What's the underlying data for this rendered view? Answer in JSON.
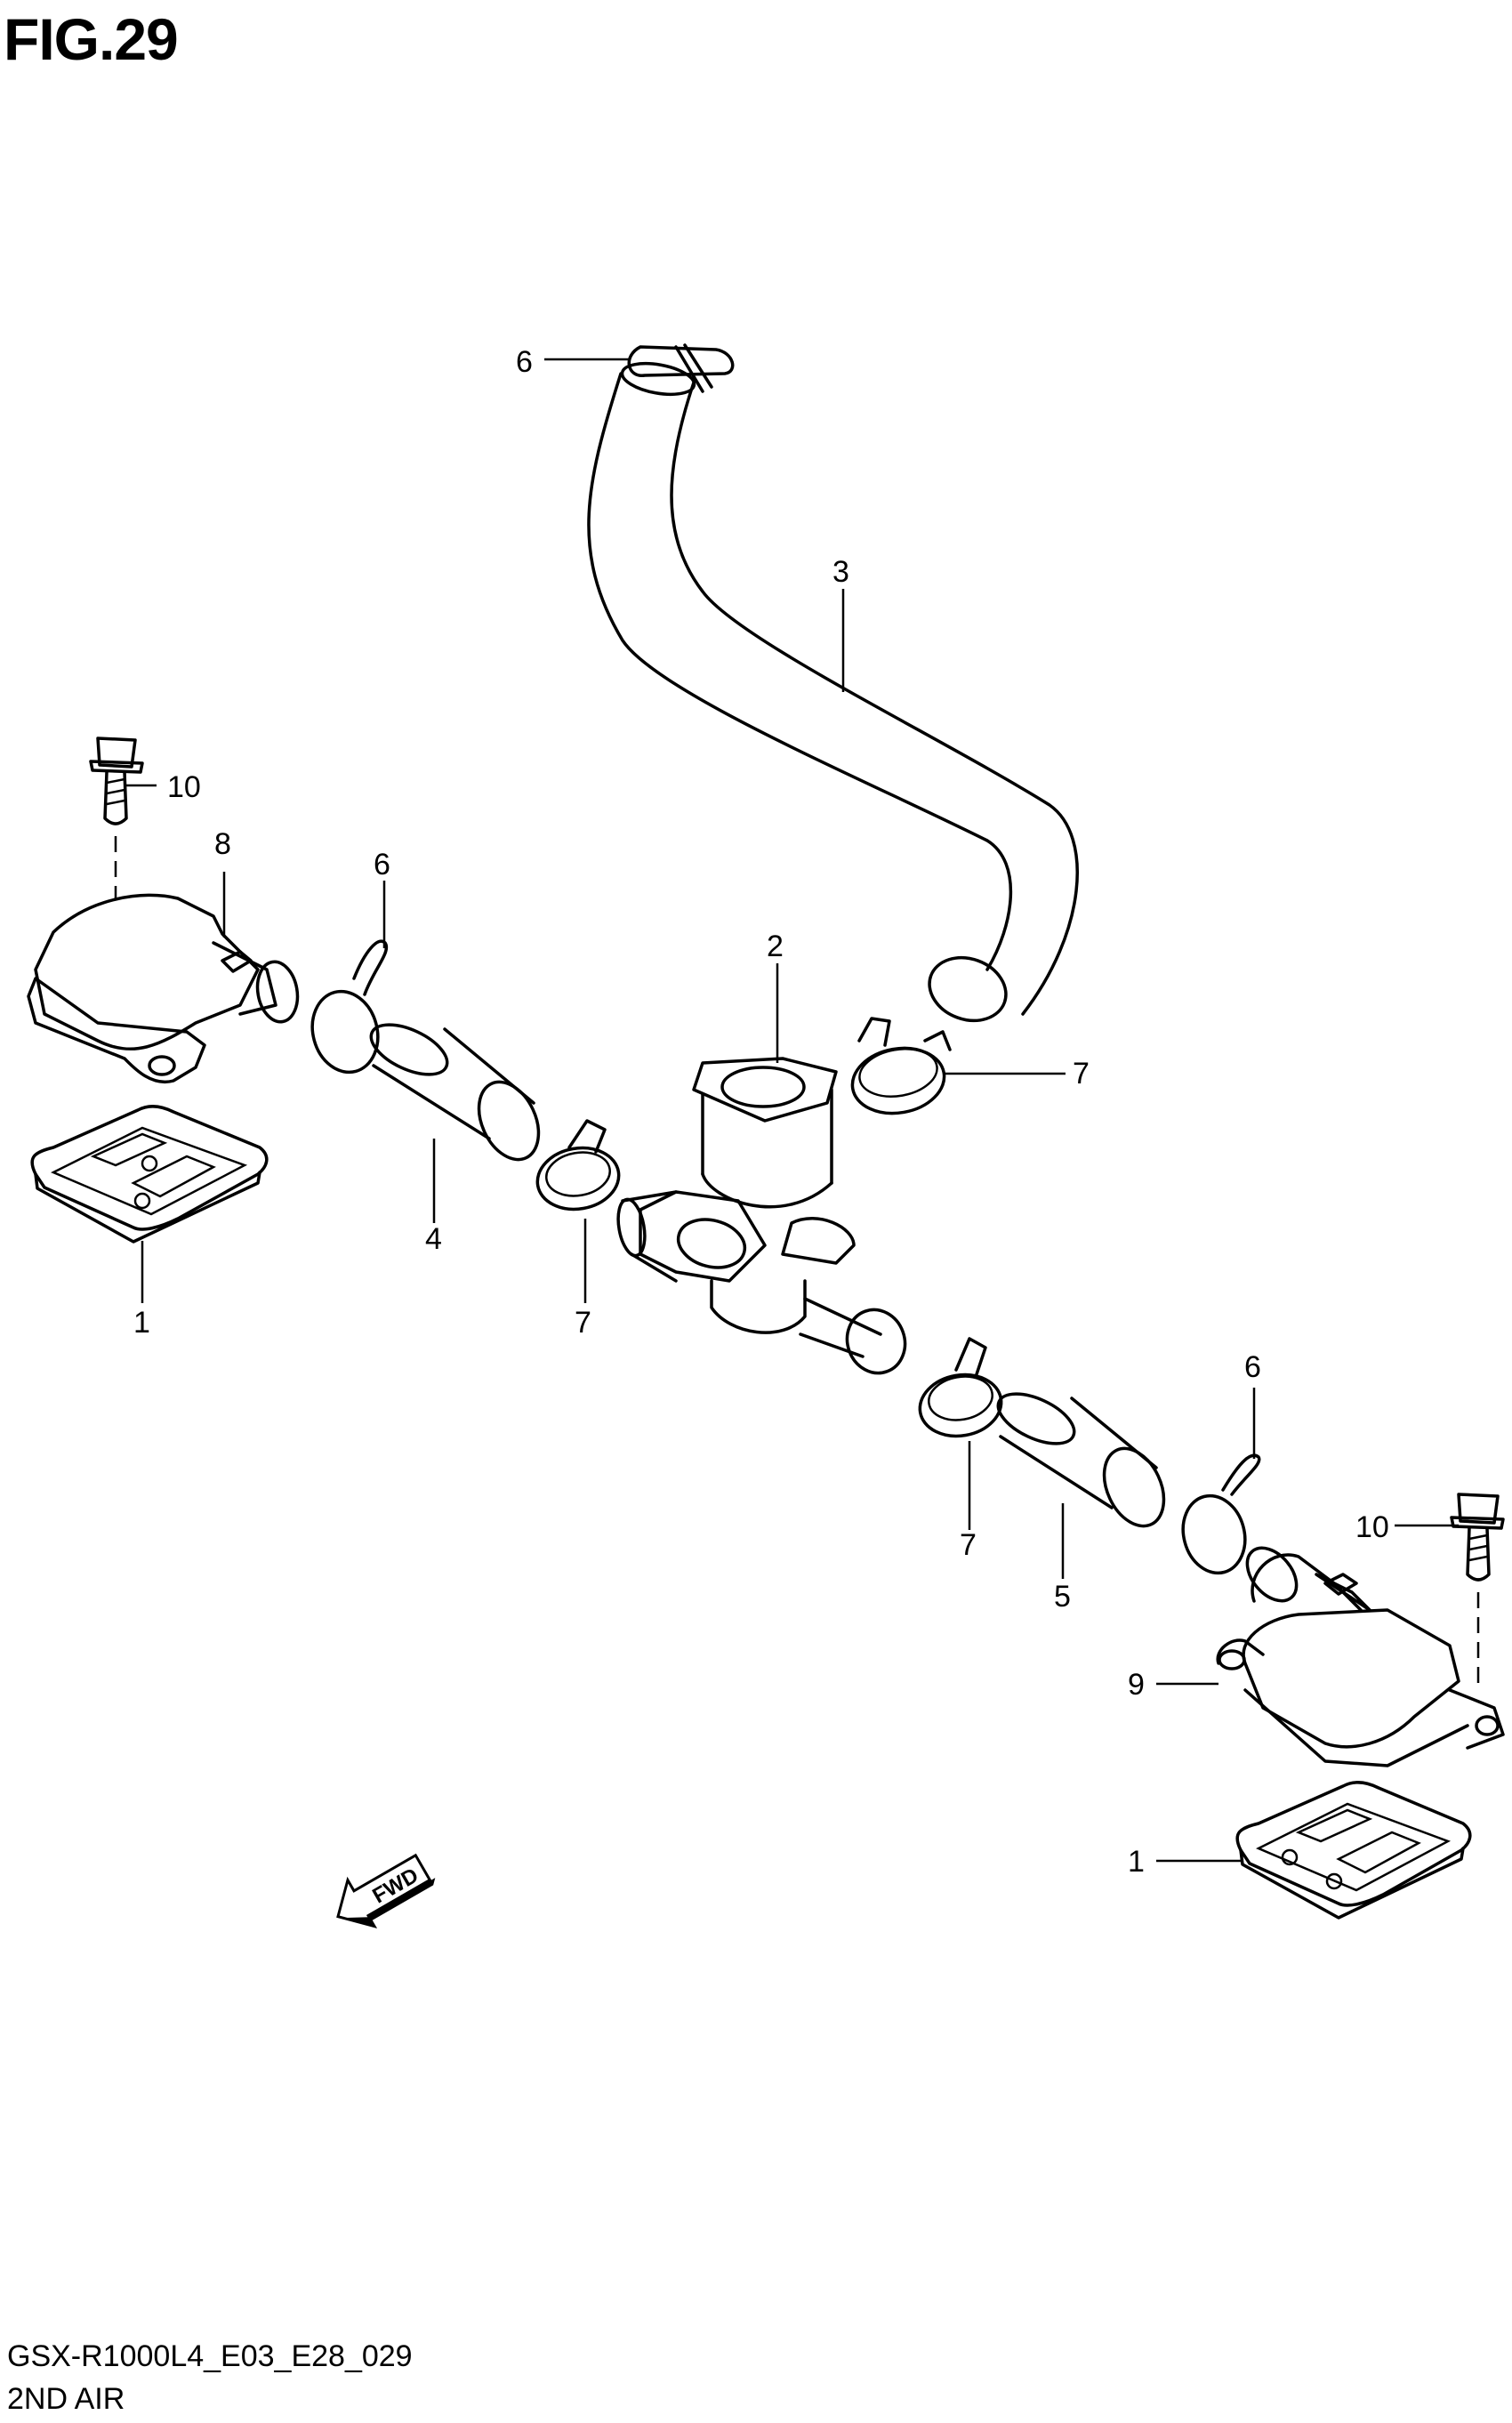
{
  "figure": {
    "title": "FIG.29"
  },
  "footer": {
    "code": "GSX-R1000L4_E03_E28_029",
    "section": "2ND AIR"
  },
  "callouts": {
    "c1_left": "1",
    "c1_right": "1",
    "c2": "2",
    "c3": "3",
    "c4": "4",
    "c5": "5",
    "c6_top": "6",
    "c6_mid": "6",
    "c6_right": "6",
    "c7_upper": "7",
    "c7_left": "7",
    "c7_lower": "7",
    "c8": "8",
    "c9": "9",
    "c10_left": "10",
    "c10_right": "10"
  },
  "fwd_marker": {
    "text": "FWD",
    "icon": "fwd-arrow-icon"
  }
}
